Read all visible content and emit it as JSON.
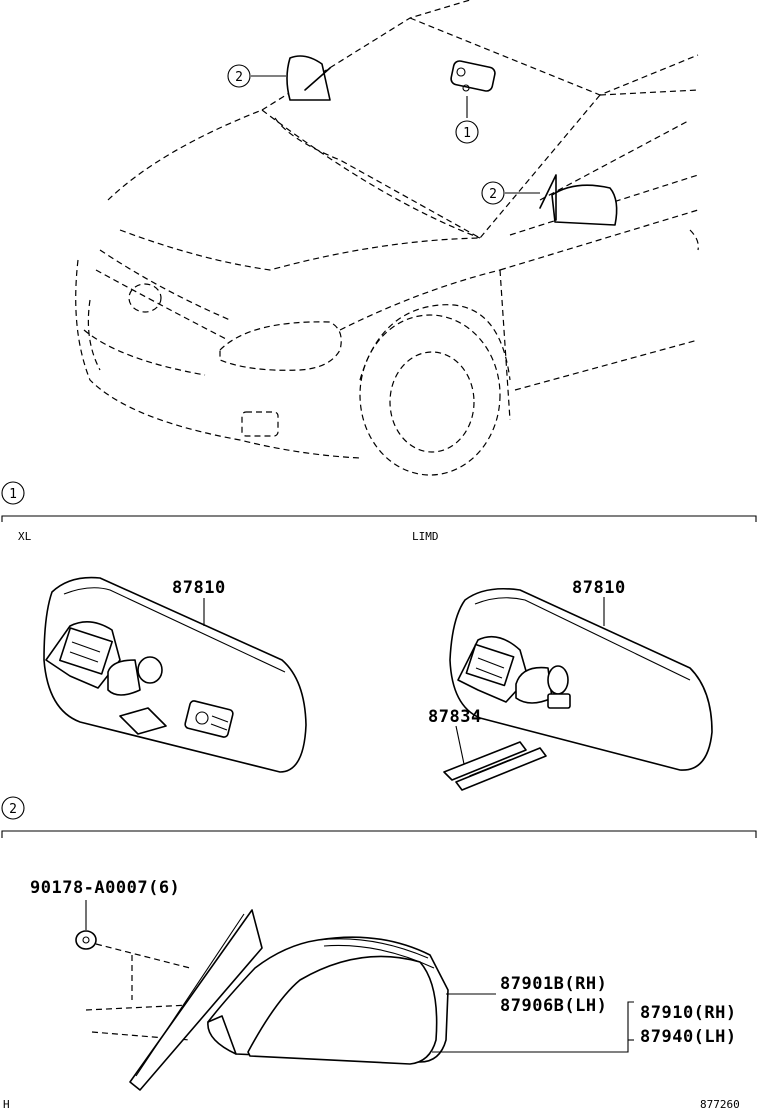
{
  "callouts": {
    "c1": "1",
    "c2": "2"
  },
  "sections": {
    "s1": {
      "number": "1",
      "left_tag": "XL",
      "right_tag": "LIMD"
    },
    "s2": {
      "number": "2"
    }
  },
  "parts": {
    "inner_mirror_xl": "87810",
    "inner_mirror_limd": "87810",
    "mirror_bracket": "87834",
    "clip": "90178-A0007(6)",
    "outer_sub_rh": "87901B(RH)",
    "outer_sub_lh": "87906B(LH)",
    "outer_assy_rh": "87910(RH)",
    "outer_assy_lh": "87940(LH)"
  },
  "footer": {
    "left_code": "H",
    "diagram_id": "877260"
  }
}
